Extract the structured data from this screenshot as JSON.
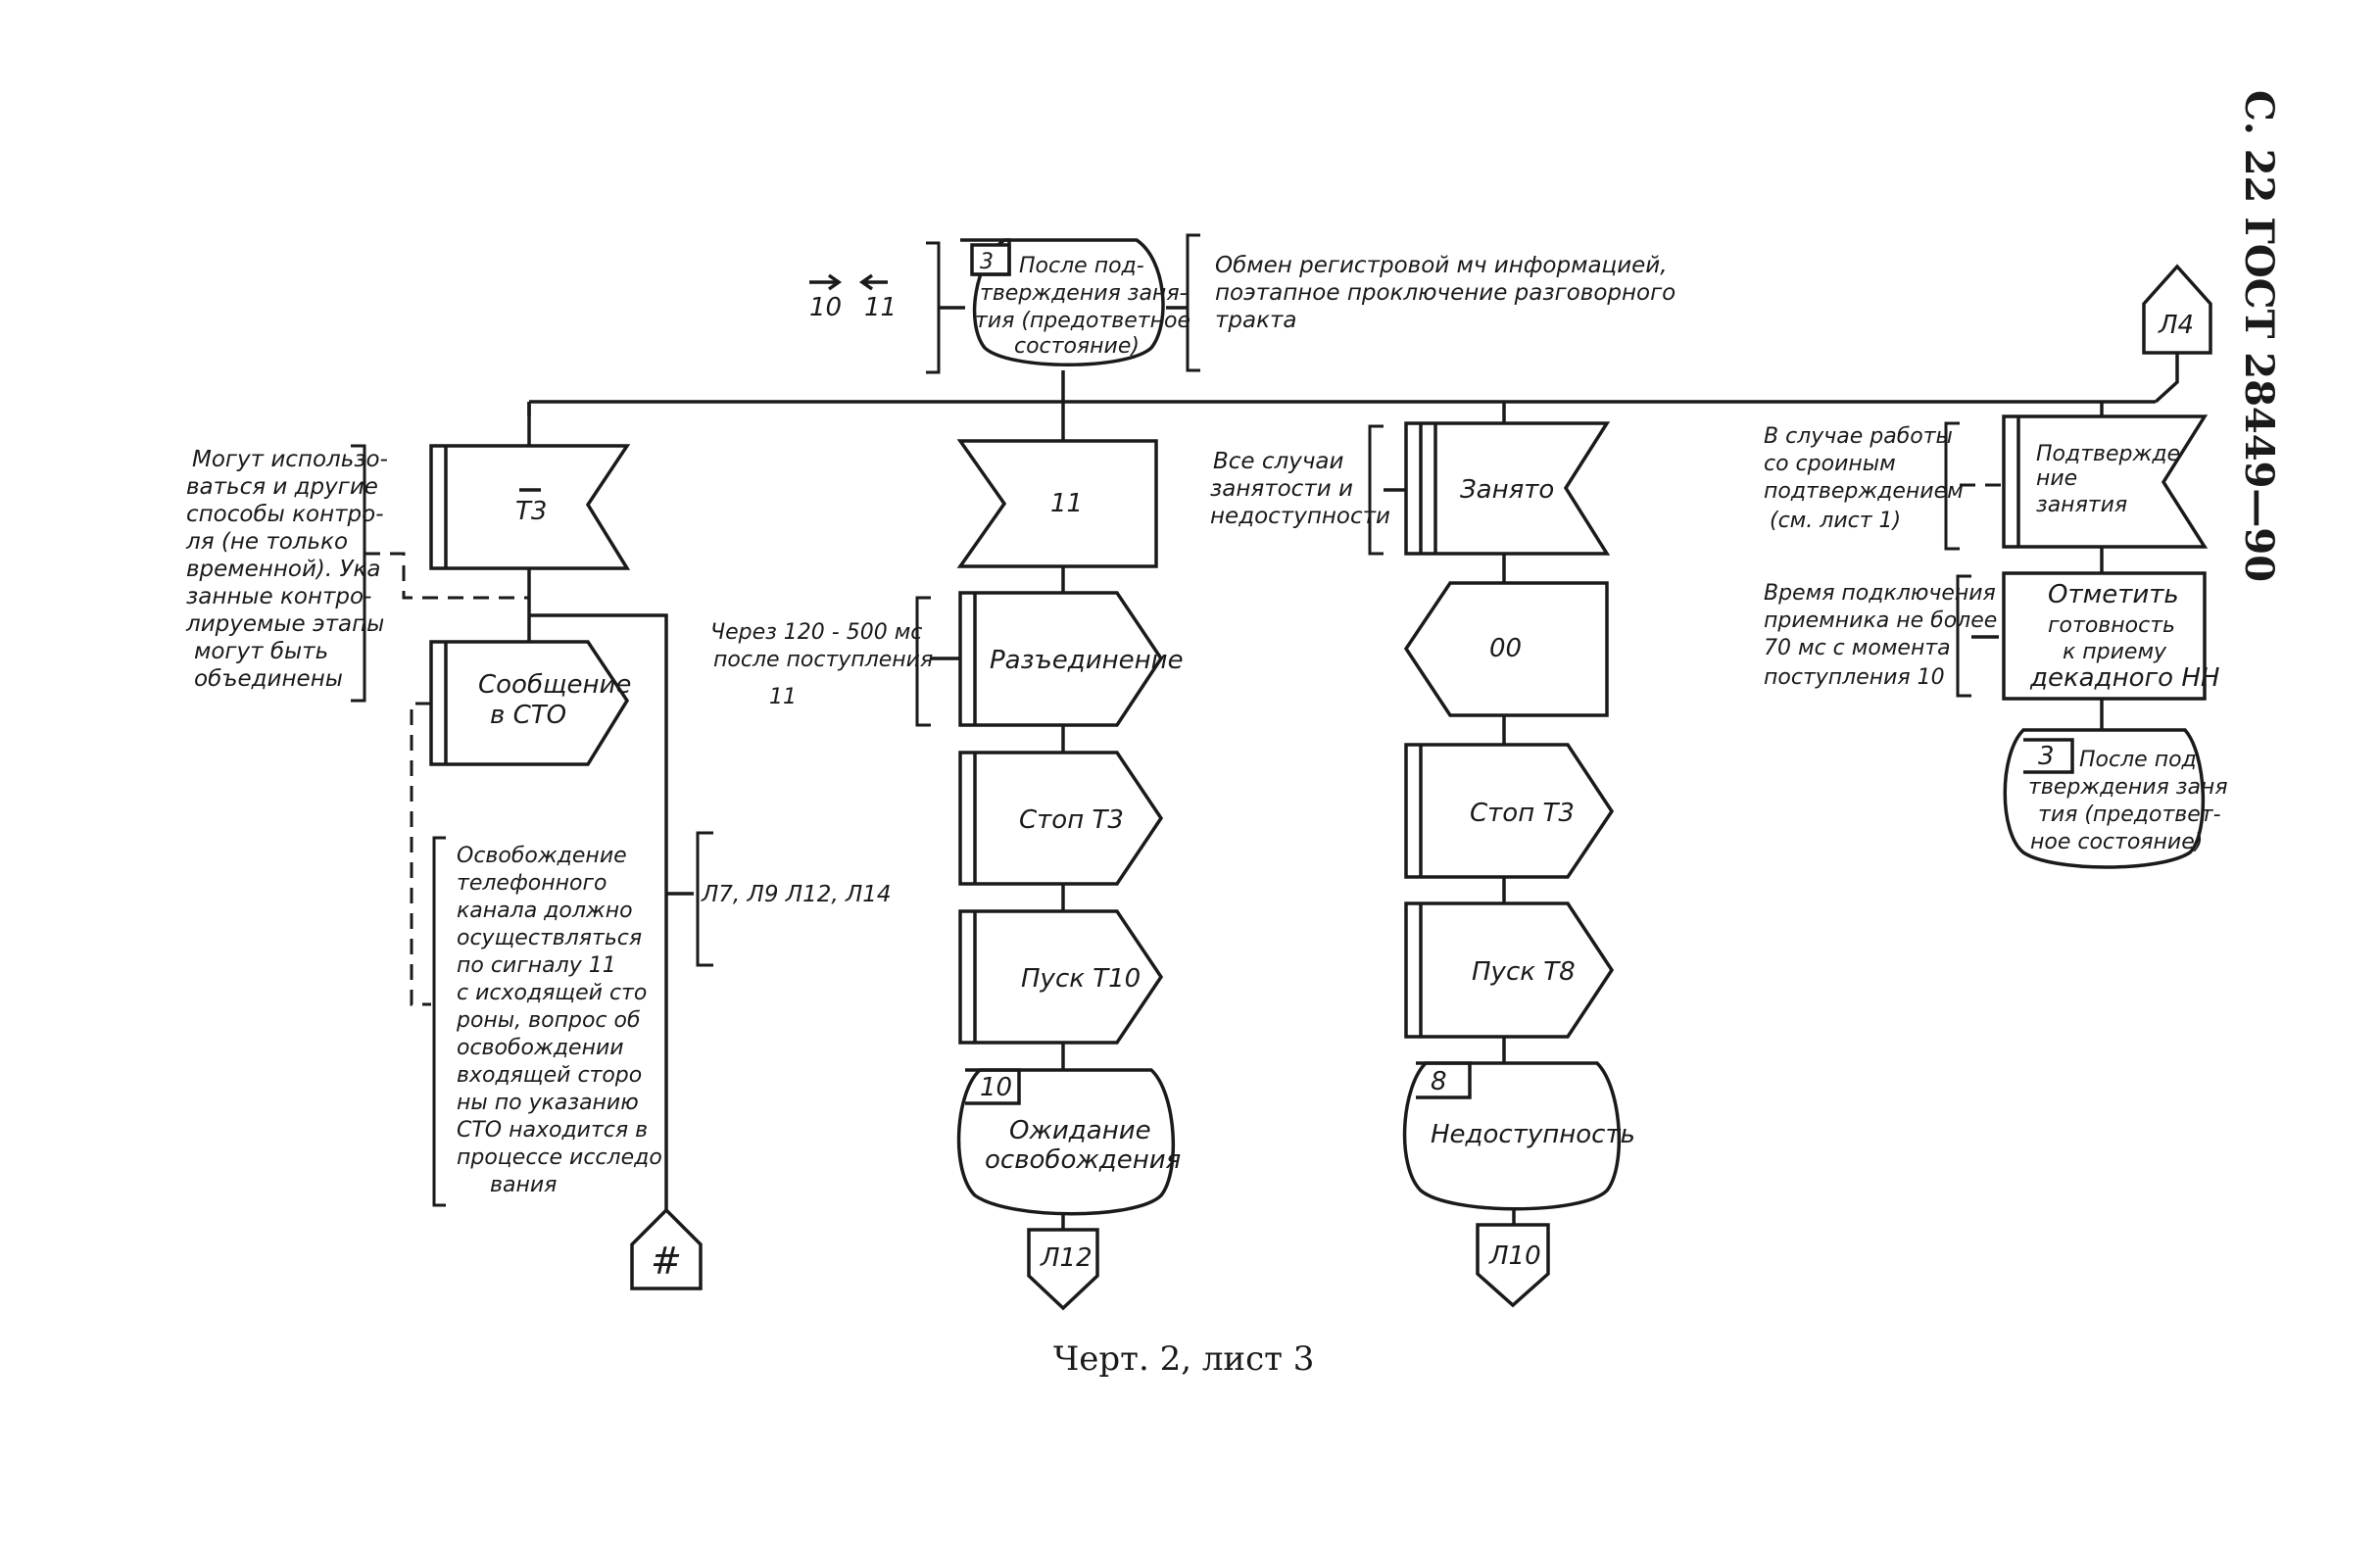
{
  "page_header": "С. 22 ГОСТ 28449—90",
  "caption": "Черт. 2, лист 3",
  "start_state": {
    "number": "3",
    "lines": [
      "После под-",
      "тверждения заня-",
      "тия (предответное",
      "состояние)"
    ]
  },
  "top_signals": {
    "left": "10",
    "right": "11"
  },
  "top_comment": [
    "Обмен регистровой мч информацией,",
    "поэтапное проключение разговорного",
    "тракта"
  ],
  "connector_top_right": "Л4",
  "col1": {
    "input_label": "T3",
    "output_lines": [
      "Сообщение",
      "в СТО"
    ],
    "terminal_connector": "#",
    "comment_left": [
      "Могут использо-",
      "ваться и другие",
      "способы контро-",
      "ля (не только",
      "временной). Ука",
      "занные контро-",
      "лируемые этапы",
      "могут быть",
      "объединены"
    ],
    "comment_bottom": [
      "Освобождение",
      "телефонного",
      "канала должно",
      "осуществляться",
      "по сигналу 11",
      "с исходящей сто",
      "роны, вопрос об",
      "освобождении",
      "входящей сторо",
      "ны по указанию",
      "СТО находится в",
      "процессе исследо",
      "вания"
    ],
    "reference": "Л7, Л9   Л12, Л14"
  },
  "col2": {
    "input_label": "11",
    "comment": [
      "Через  120 - 500 мс",
      "после поступления",
      "11"
    ],
    "outputs": [
      "Разъединение",
      "Стоп Т3",
      "Пуск Т10"
    ],
    "state_number": "10",
    "state_lines": [
      "Ожидание",
      "освобождения"
    ],
    "connector": "Л12"
  },
  "col3": {
    "comment": [
      "Все случаи",
      "занятости и",
      "недоступности"
    ],
    "input_label": "Занято",
    "output_left": "00",
    "outputs": [
      "Стоп Т3",
      "Пуск Т8"
    ],
    "state_number": "8",
    "state_label": "Недоступность",
    "connector": "Л10"
  },
  "col4": {
    "comment_top": [
      "В случае работы",
      "со сроиным",
      "подтверждением",
      "(см. лист 1)"
    ],
    "input_lines": [
      "Подтвержде",
      "ние",
      "занятия"
    ],
    "comment_task": [
      "Время подключения",
      "приемника не более",
      "70 мс с момента",
      "поступления 10"
    ],
    "task_lines": [
      "Отметить",
      "готовность",
      "к приему",
      "декадного НН"
    ],
    "state_number": "3",
    "state_lines": [
      "После под",
      "тверждения заня",
      "тия (предответ-",
      "ное состояние)"
    ]
  }
}
